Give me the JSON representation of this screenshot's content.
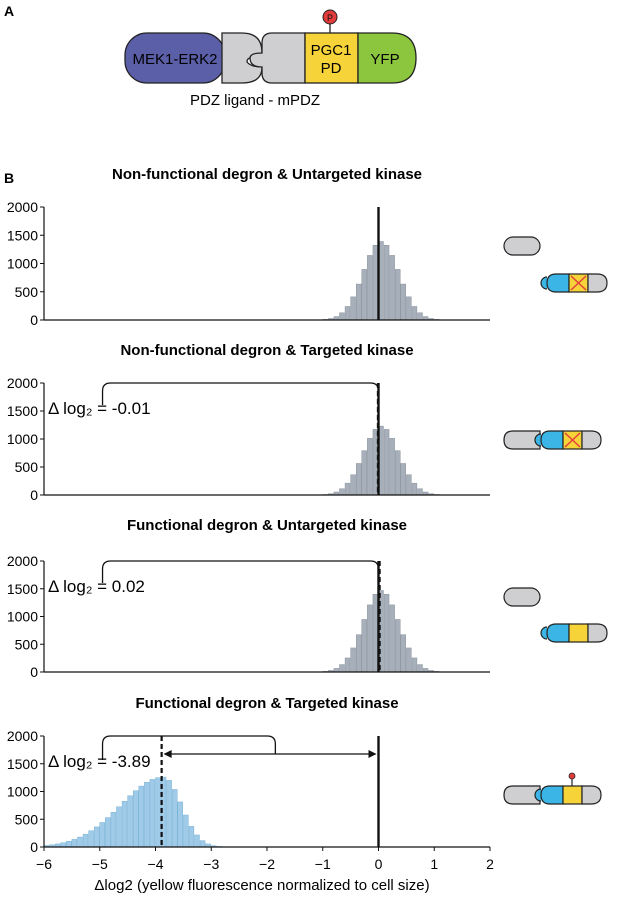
{
  "figure": {
    "panel_a_label": "A",
    "panel_b_label": "B",
    "construct": {
      "kinase_label": "MEK1-ERK2",
      "degron_label_line1": "PGC1",
      "degron_label_line2": "PD",
      "reporter_label": "YFP",
      "phospho_label": "P",
      "link_caption": "PDZ ligand - mPDZ"
    },
    "colors": {
      "kinase": "#5b5fa8",
      "degron": "#f7d33a",
      "reporter": "#8cc63f",
      "phospho": "#e23b3b",
      "gray_module": "#cfcfd1",
      "gray_hist": "#a6afba",
      "blue_hist": "#9fcbe8",
      "blue_module": "#3bb5e6",
      "cross": "#e23b3b"
    }
  },
  "chart_data": [
    {
      "type": "bar",
      "title": "Non-functional degron & Untargeted kinase",
      "color": "gray",
      "ylim": [
        0,
        2000
      ],
      "yticks": [
        "0",
        "500",
        "1000",
        "1500",
        "2000"
      ],
      "xlim": [
        -6,
        2
      ],
      "center": 0.05,
      "sigma": 0.32,
      "peak": 1390,
      "control_line": 0,
      "sample_line": null,
      "delta_label": "",
      "icon": "split"
    },
    {
      "type": "bar",
      "title": "Non-functional degron & Targeted kinase",
      "color": "gray",
      "ylim": [
        0,
        2000
      ],
      "yticks": [
        "0",
        "500",
        "1000",
        "1500",
        "2000"
      ],
      "xlim": [
        -6,
        2
      ],
      "center": 0.05,
      "sigma": 0.32,
      "peak": 1230,
      "control_line": 0,
      "sample_line": -0.01,
      "delta_label": "Δ log₂ = -0.01",
      "icon": "bound-cross"
    },
    {
      "type": "bar",
      "title": "Functional degron & Untargeted kinase",
      "color": "gray",
      "ylim": [
        0,
        2000
      ],
      "yticks": [
        "0",
        "500",
        "1000",
        "1500",
        "2000"
      ],
      "xlim": [
        -6,
        2
      ],
      "center": 0.05,
      "sigma": 0.32,
      "peak": 1470,
      "control_line": 0,
      "sample_line": 0.02,
      "delta_label": "Δ log₂ = 0.02",
      "icon": "split-yellow"
    },
    {
      "type": "bar",
      "title": "Functional degron & Targeted kinase",
      "color": "blue",
      "ylim": [
        0,
        2000
      ],
      "yticks": [
        "0",
        "500",
        "1000",
        "1500",
        "2000"
      ],
      "xlim": [
        -6,
        2
      ],
      "center": -3.85,
      "sigma": 0.4,
      "peak": 1260,
      "left_tail": 1.0,
      "control_line": 0,
      "sample_line": -3.89,
      "delta_label": "Δ log₂ = -3.89",
      "icon": "bound-phospho",
      "xticks": [
        "−6",
        "−5",
        "−4",
        "−3",
        "−2",
        "−1",
        "0",
        "1",
        "2"
      ],
      "xlabel": "Δlog2 (yellow fluorescence normalized to cell size)"
    }
  ]
}
